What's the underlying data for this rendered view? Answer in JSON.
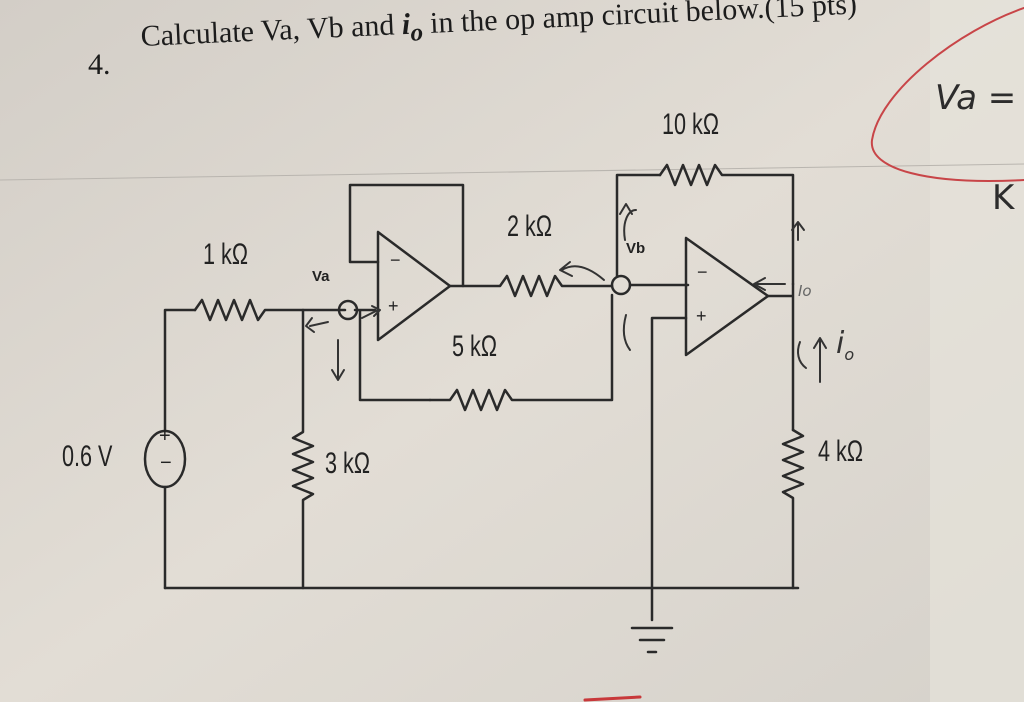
{
  "question": {
    "number": "4.",
    "text_before": "Calculate Va, Vb and ",
    "text_io": "i",
    "text_io_sub": "o",
    "text_after": " in the op amp circuit below.(15 pts)"
  },
  "components": {
    "r_feedback": "10 kΩ",
    "r_input": "1 kΩ",
    "r_series": "2 kΩ",
    "r_mid": "5 kΩ",
    "r_ground": "3 kΩ",
    "r_load": "4 kΩ",
    "source": "0.6 V",
    "source_plus": "+",
    "source_minus": "−",
    "opamp_minus": "−",
    "opamp_plus": "+"
  },
  "nodes": {
    "va": "Va",
    "vb": "Vb"
  },
  "handwriting": {
    "io_label": "i",
    "io_sub": "o",
    "io_small": "Io",
    "margin_va": "Va =",
    "margin_k": "K"
  }
}
